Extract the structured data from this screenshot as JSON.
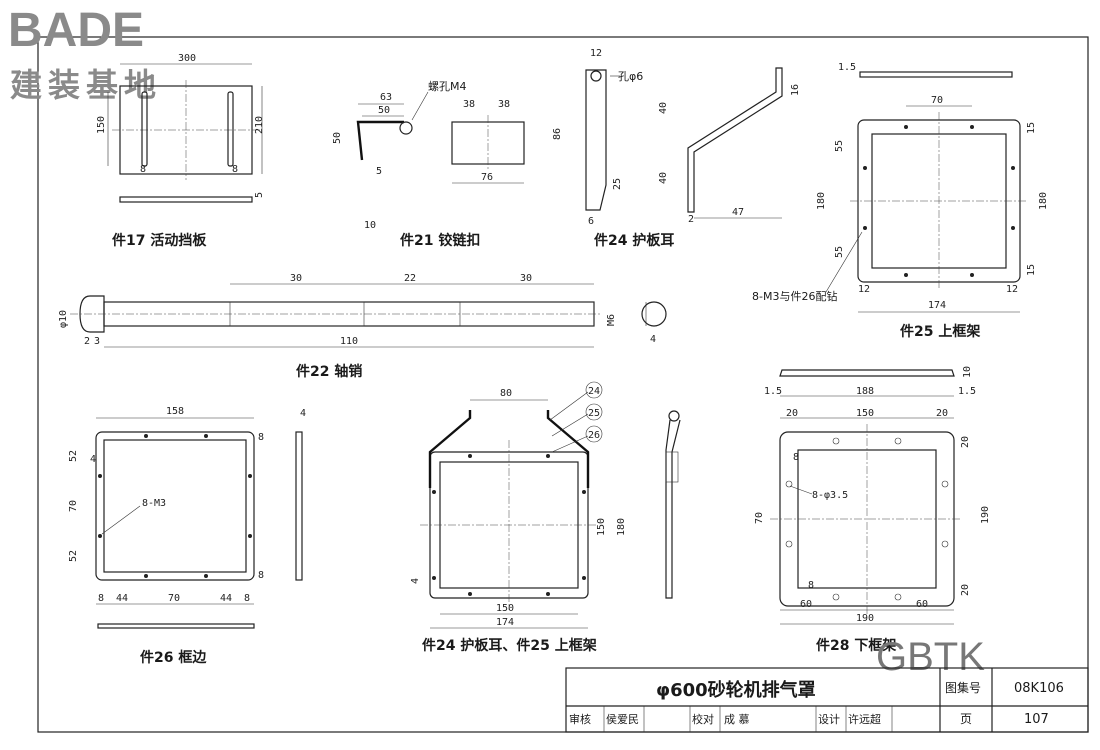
{
  "logo": {
    "brand": "BADE",
    "subtitle": "建装基地"
  },
  "watermark": "GBTK",
  "parts": {
    "p17": {
      "caption": "件17  活动挡板",
      "dims": {
        "w": "300",
        "h": "210",
        "d150": "150",
        "d8a": "8",
        "d8b": "8",
        "t": "5"
      }
    },
    "p21": {
      "caption": "件21  铰链扣",
      "note": "螺孔M4",
      "dims": {
        "d63": "63",
        "d50": "50",
        "d38a": "38",
        "d38b": "38",
        "d76": "76",
        "d5": "5",
        "d10": "10",
        "d50v": "50"
      }
    },
    "p24": {
      "caption": "件24  护板耳",
      "note": "孔φ6",
      "dims": {
        "d12": "12",
        "d86": "86",
        "d25": "25",
        "d6": "6",
        "d40a": "40",
        "d40b": "40",
        "d47": "47",
        "d16": "16",
        "d2": "2"
      }
    },
    "p25": {
      "caption": "件25  上框架",
      "note": "8-M3与件26配钻",
      "dims": {
        "d70": "70",
        "d174": "174",
        "d180a": "180",
        "d180b": "180",
        "d55a": "55",
        "d55b": "55",
        "d15a": "15",
        "d15b": "15",
        "d12a": "12",
        "d12b": "12",
        "d15c": "1.5"
      }
    },
    "p22": {
      "caption": "件22  轴销",
      "dims": {
        "d30a": "30",
        "d22": "22",
        "d30b": "30",
        "d110": "110",
        "phi10": "φ10",
        "m6": "M6",
        "d2": "2",
        "d3": "3",
        "d4": "4"
      }
    },
    "p26": {
      "caption": "件26  框边",
      "note": "8-M3",
      "dims": {
        "d158": "158",
        "d52a": "52",
        "d70": "70",
        "d52b": "52",
        "d8a": "8",
        "d44a": "44",
        "d70b": "70",
        "d44b": "44",
        "d8b": "8",
        "d4": "4",
        "d8c": "8",
        "d8d": "8",
        "d4b": "4"
      }
    },
    "p24_25": {
      "caption": "件24  护板耳、件25  上框架",
      "balloons": [
        "24",
        "25",
        "26"
      ],
      "dims": {
        "d80": "80",
        "d150": "150",
        "d174": "174",
        "d150v": "150",
        "d180v": "180",
        "d4": "4"
      }
    },
    "p28": {
      "caption": "件28  下框架",
      "note": "8-φ3.5",
      "dims": {
        "d188": "188",
        "d15a": "1.5",
        "d15b": "1.5",
        "d10": "10",
        "d20a": "20",
        "d150": "150",
        "d20b": "20",
        "d20c": "20",
        "d190v": "190",
        "d70": "70",
        "d20d": "20",
        "d60a": "60",
        "d190": "190",
        "d60b": "60",
        "d8a": "8",
        "d8b": "8"
      }
    }
  },
  "title_block": {
    "title": "φ600砂轮机排气罩",
    "atlas_label": "图集号",
    "atlas_no": "08K106",
    "review_label": "审核",
    "review_name": "侯爱民",
    "check_label": "校对",
    "check_name": "成  慕",
    "design_label": "设计",
    "design_name": "许远超",
    "page_label": "页",
    "page_no": "107"
  }
}
